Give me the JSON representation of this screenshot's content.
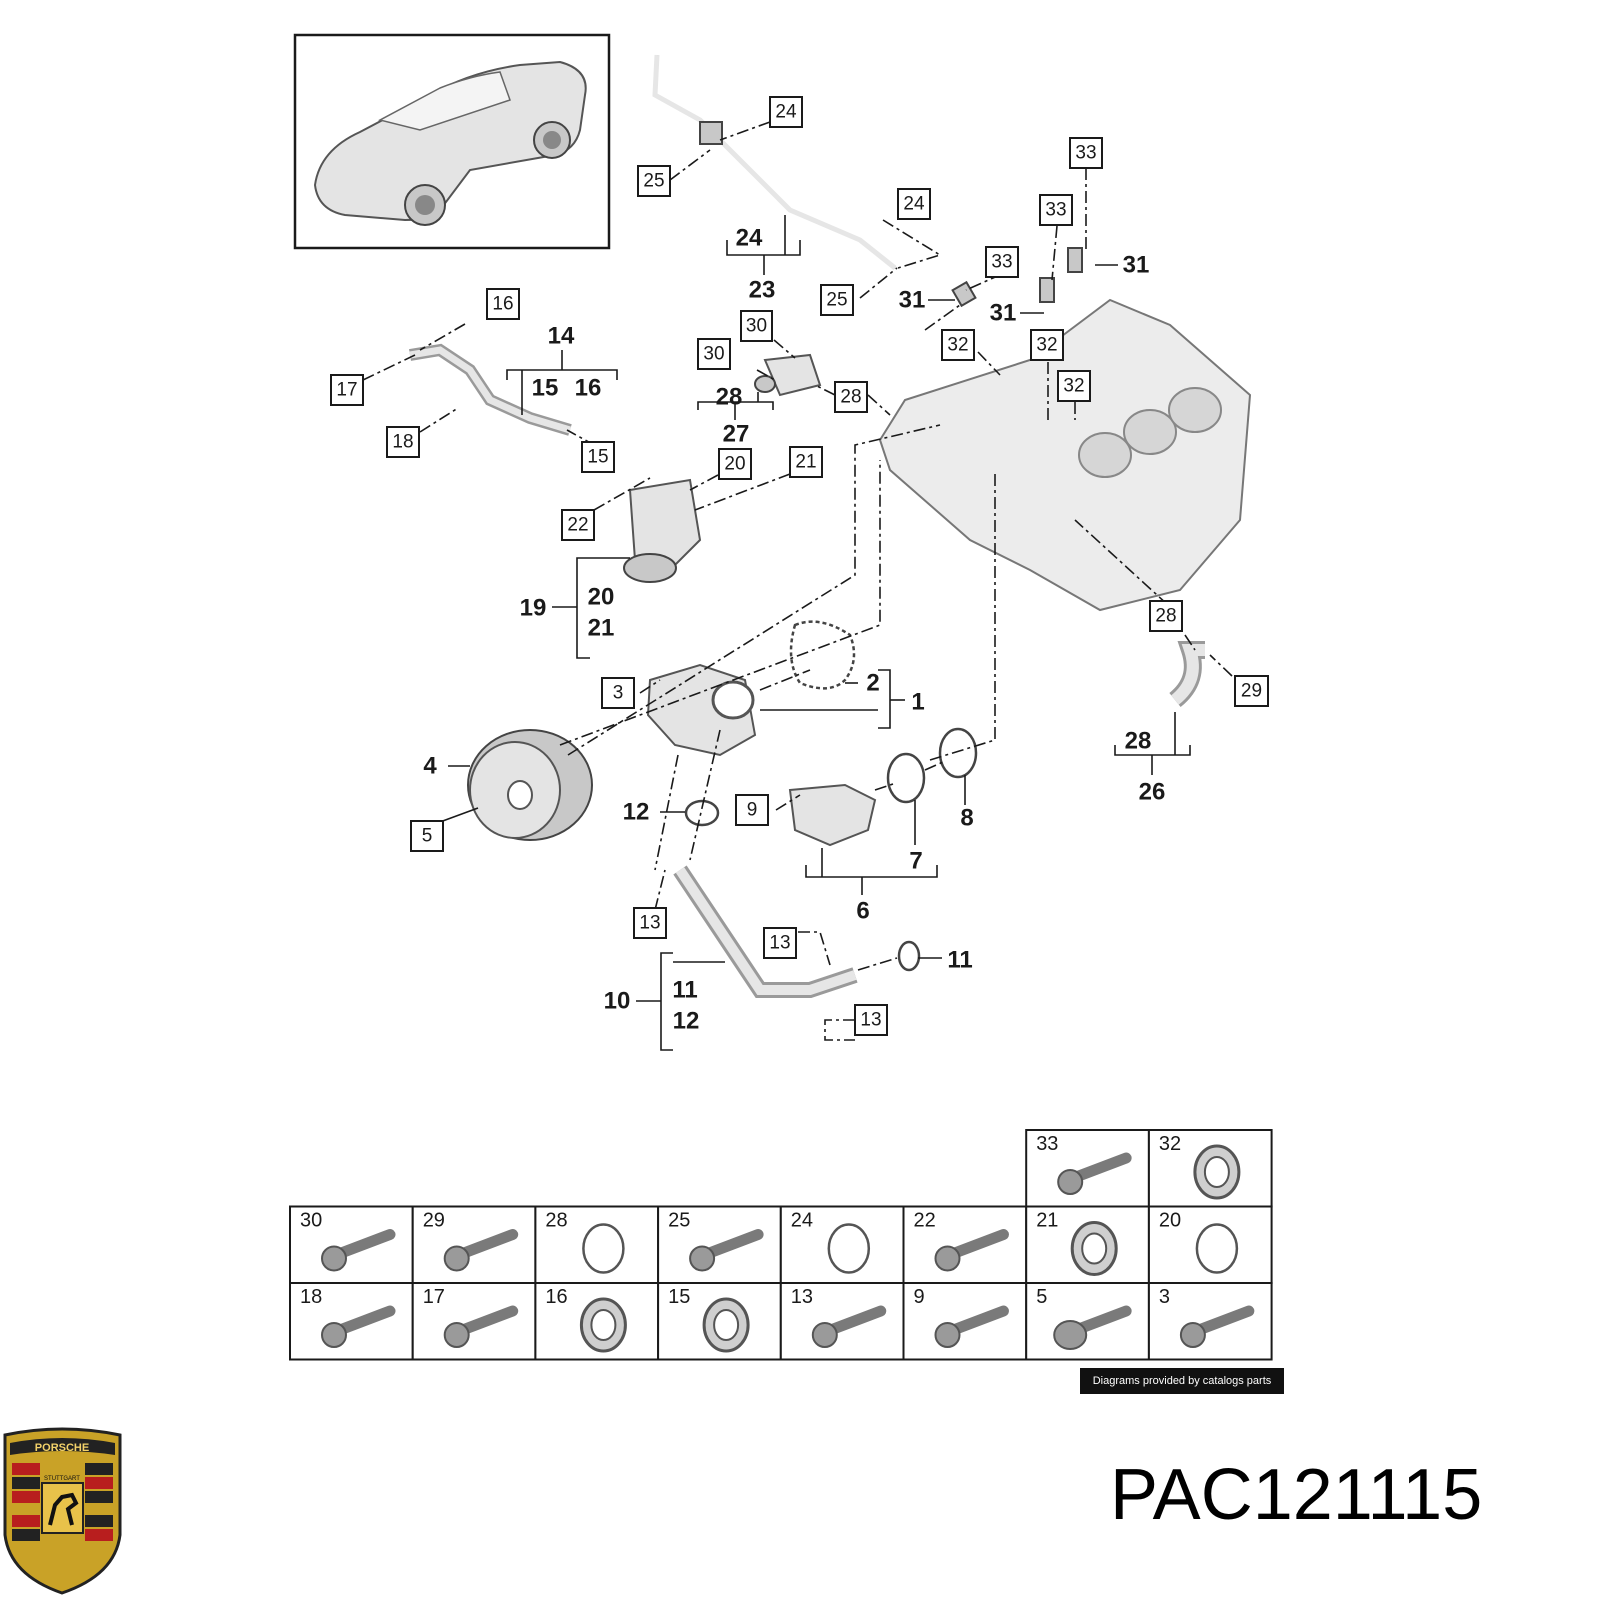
{
  "callouts": {
    "c3": "3",
    "c5": "5",
    "c9": "9",
    "c13a": "13",
    "c13b": "13",
    "c13c": "13",
    "c15": "15",
    "c16": "16",
    "c17": "17",
    "c18": "18",
    "c20": "20",
    "c21": "21",
    "c22": "22",
    "c24a": "24",
    "c24b": "24",
    "c25a": "25",
    "c25b": "25",
    "c28a": "28",
    "c28b": "28",
    "c29": "29",
    "c30a": "30",
    "c30b": "30",
    "c32a": "32",
    "c32b": "32",
    "c32c": "32",
    "c33a": "33",
    "c33b": "33",
    "c33c": "33"
  },
  "labels": {
    "l1": "1",
    "l2": "2",
    "l4": "4",
    "l6": "6",
    "l7": "7",
    "l8": "8",
    "l10": "10",
    "l11a": "11",
    "l11b": "11",
    "l12a": "12",
    "l12b": "12",
    "l14": "14",
    "l15": "15",
    "l16": "16",
    "l19": "19",
    "l20": "20",
    "l21": "21",
    "l23": "23",
    "l24": "24",
    "l26": "26",
    "l27": "27",
    "l28a": "28",
    "l28b": "28",
    "l31a": "31",
    "l31b": "31",
    "l31c": "31"
  },
  "hardware_table": {
    "top_row": [
      {
        "number": "33",
        "part": "bolt-icon"
      },
      {
        "number": "32",
        "part": "seal-ring-icon"
      }
    ],
    "middle_row": [
      {
        "number": "30",
        "part": "bolt-icon"
      },
      {
        "number": "29",
        "part": "bolt-icon"
      },
      {
        "number": "28",
        "part": "o-ring-icon"
      },
      {
        "number": "25",
        "part": "bolt-icon"
      },
      {
        "number": "24",
        "part": "o-ring-icon"
      },
      {
        "number": "22",
        "part": "bolt-icon"
      },
      {
        "number": "21",
        "part": "seal-ring-icon"
      },
      {
        "number": "20",
        "part": "o-ring-icon"
      }
    ],
    "bottom_row": [
      {
        "number": "18",
        "part": "bolt-icon"
      },
      {
        "number": "17",
        "part": "bolt-icon"
      },
      {
        "number": "16",
        "part": "seal-ring-icon"
      },
      {
        "number": "15",
        "part": "seal-ring-icon"
      },
      {
        "number": "13",
        "part": "bolt-icon"
      },
      {
        "number": "9",
        "part": "bolt-icon"
      },
      {
        "number": "5",
        "part": "flange-bolt-icon"
      },
      {
        "number": "3",
        "part": "bolt-icon"
      }
    ]
  },
  "footer": {
    "credit": "Diagrams provided by catalogs parts",
    "part_number": "PAC121115",
    "crest_text_top": "PORSCHE",
    "crest_text_mid": "STUTTGART"
  }
}
